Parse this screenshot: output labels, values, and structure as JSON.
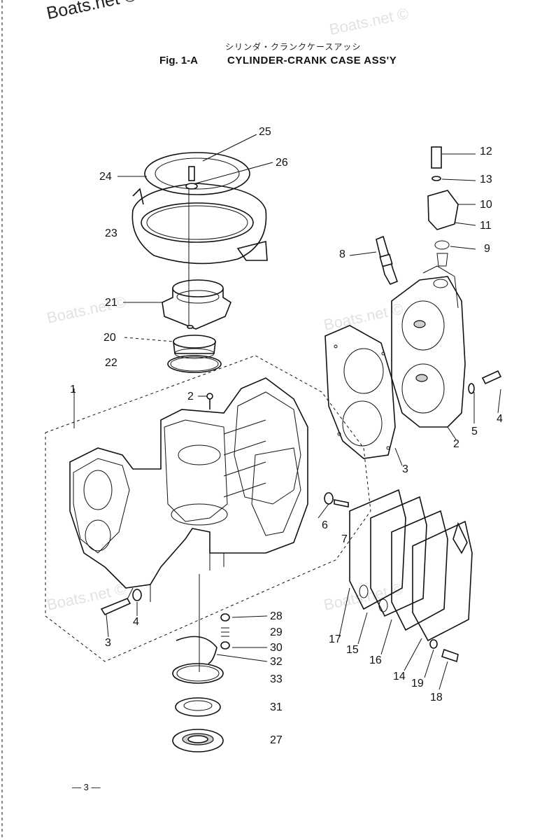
{
  "watermark": {
    "main": "Boats.net ©",
    "faint": "Boats.net ©"
  },
  "header": {
    "subtitle_jp": "シリンダ・クランクケースアッシ",
    "figure_number": "Fig. 1-A",
    "title": "CYLINDER-CRANK CASE ASS'Y"
  },
  "page_number": "— 3 —",
  "callouts": {
    "c1": "1",
    "c2a": "2",
    "c2b": "2",
    "c3a": "3",
    "c3b": "3",
    "c4a": "4",
    "c4b": "4",
    "c5": "5",
    "c6": "6",
    "c7": "7",
    "c8": "8",
    "c9": "9",
    "c10": "10",
    "c11": "11",
    "c12": "12",
    "c13": "13",
    "c14": "14",
    "c15": "15",
    "c16": "16",
    "c17": "17",
    "c18": "18",
    "c19": "19",
    "c20": "20",
    "c21": "21",
    "c22": "22",
    "c23": "23",
    "c24": "24",
    "c25": "25",
    "c26": "26",
    "c27": "27",
    "c28": "28",
    "c29": "29",
    "c30": "30",
    "c31": "31",
    "c32": "32",
    "c33": "33"
  }
}
